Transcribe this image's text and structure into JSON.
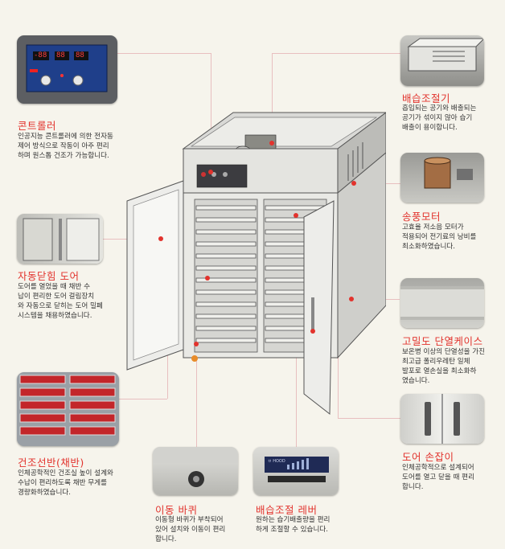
{
  "features": {
    "controller": {
      "title": "콘트롤러",
      "desc": "인공지능 콘트롤러에 의한 전자동\n제어 방식으로 작동이 아주 편리\n하며 원스톱 건조가 가능합니다."
    },
    "dehumidify": {
      "title": "배습조절기",
      "desc": "흡입되는 공기와 배출되는\n공기가 섞이지 않아 습기\n배출이 용이합니다."
    },
    "fan_motor": {
      "title": "송풍모터",
      "desc": "고효율 저소음 모터가\n적용되어 전기료의 낭비를\n최소화하였습니다."
    },
    "auto_door": {
      "title": "자동닫힘 도어",
      "desc": "도어를 열었을 때 채반 수\n납이 편리한 도어 걸림장치\n와 자동으로 닫히는 도어 밀폐\n시스템을 채용하였습니다."
    },
    "insulated_case": {
      "title": "고밀도 단열케이스",
      "desc": "보온병 이상의 단열성을 가진\n최고급 폴리우레탄 일체\n발포로 열손실을 최소화하\n였습니다."
    },
    "drying_tray": {
      "title": "건조선반(채반)",
      "desc": "인체공학적인 건조실 높이 설계와\n수납이 편리하도록 채반 무게를\n경량화하였습니다."
    },
    "wheels": {
      "title": "이동 바퀴",
      "desc": "이동형 바퀴가 부착되어\n있어 설치와 이동이 편리\n합니다."
    },
    "vent_lever": {
      "title": "배습조절 레버",
      "desc": "원하는 습기배출량을 편리\n하게 조절할 수 있습니다."
    },
    "door_handle": {
      "title": "도어 손잡이",
      "desc": "인체공학적으로 설계되어\n도어를 열고 닫을 때 편리\n합니다."
    }
  },
  "controller_panel": {
    "display1": "-88",
    "display2": "88",
    "display3": "88"
  },
  "lever_label": "ㅂ HOOD",
  "colors": {
    "accent": "#e2332d",
    "line": "#e8bfbf",
    "background": "#f6f4ec"
  }
}
